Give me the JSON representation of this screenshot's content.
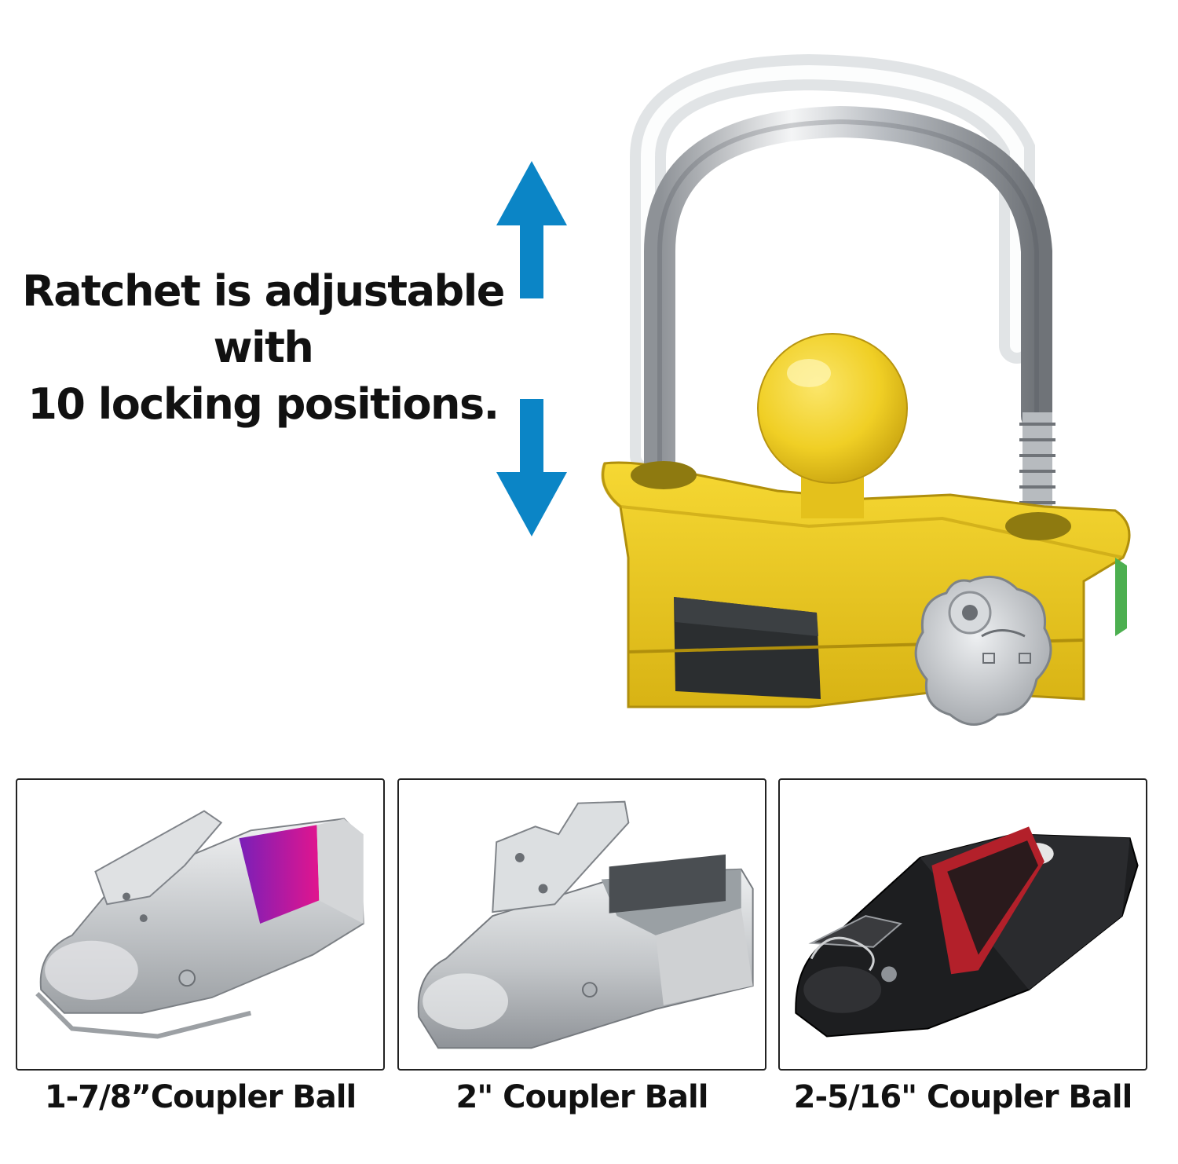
{
  "headline": {
    "line1": "Ratchet is adjustable",
    "line2": "with",
    "line3": "10 locking positions."
  },
  "colors": {
    "arrow": "#0b85c6",
    "lock_yellow": "#f3d22e",
    "chrome": "#c9ccd0",
    "pink_label": "#d8149a",
    "black_coupler": "#1c1c1e"
  },
  "icons": {
    "up": "arrow-up-icon",
    "down": "arrow-down-icon"
  },
  "couplers": [
    {
      "caption": "1-7/8”Coupler Ball"
    },
    {
      "caption": "2\" Coupler Ball"
    },
    {
      "caption": "2-5/16\" Coupler Ball"
    }
  ]
}
